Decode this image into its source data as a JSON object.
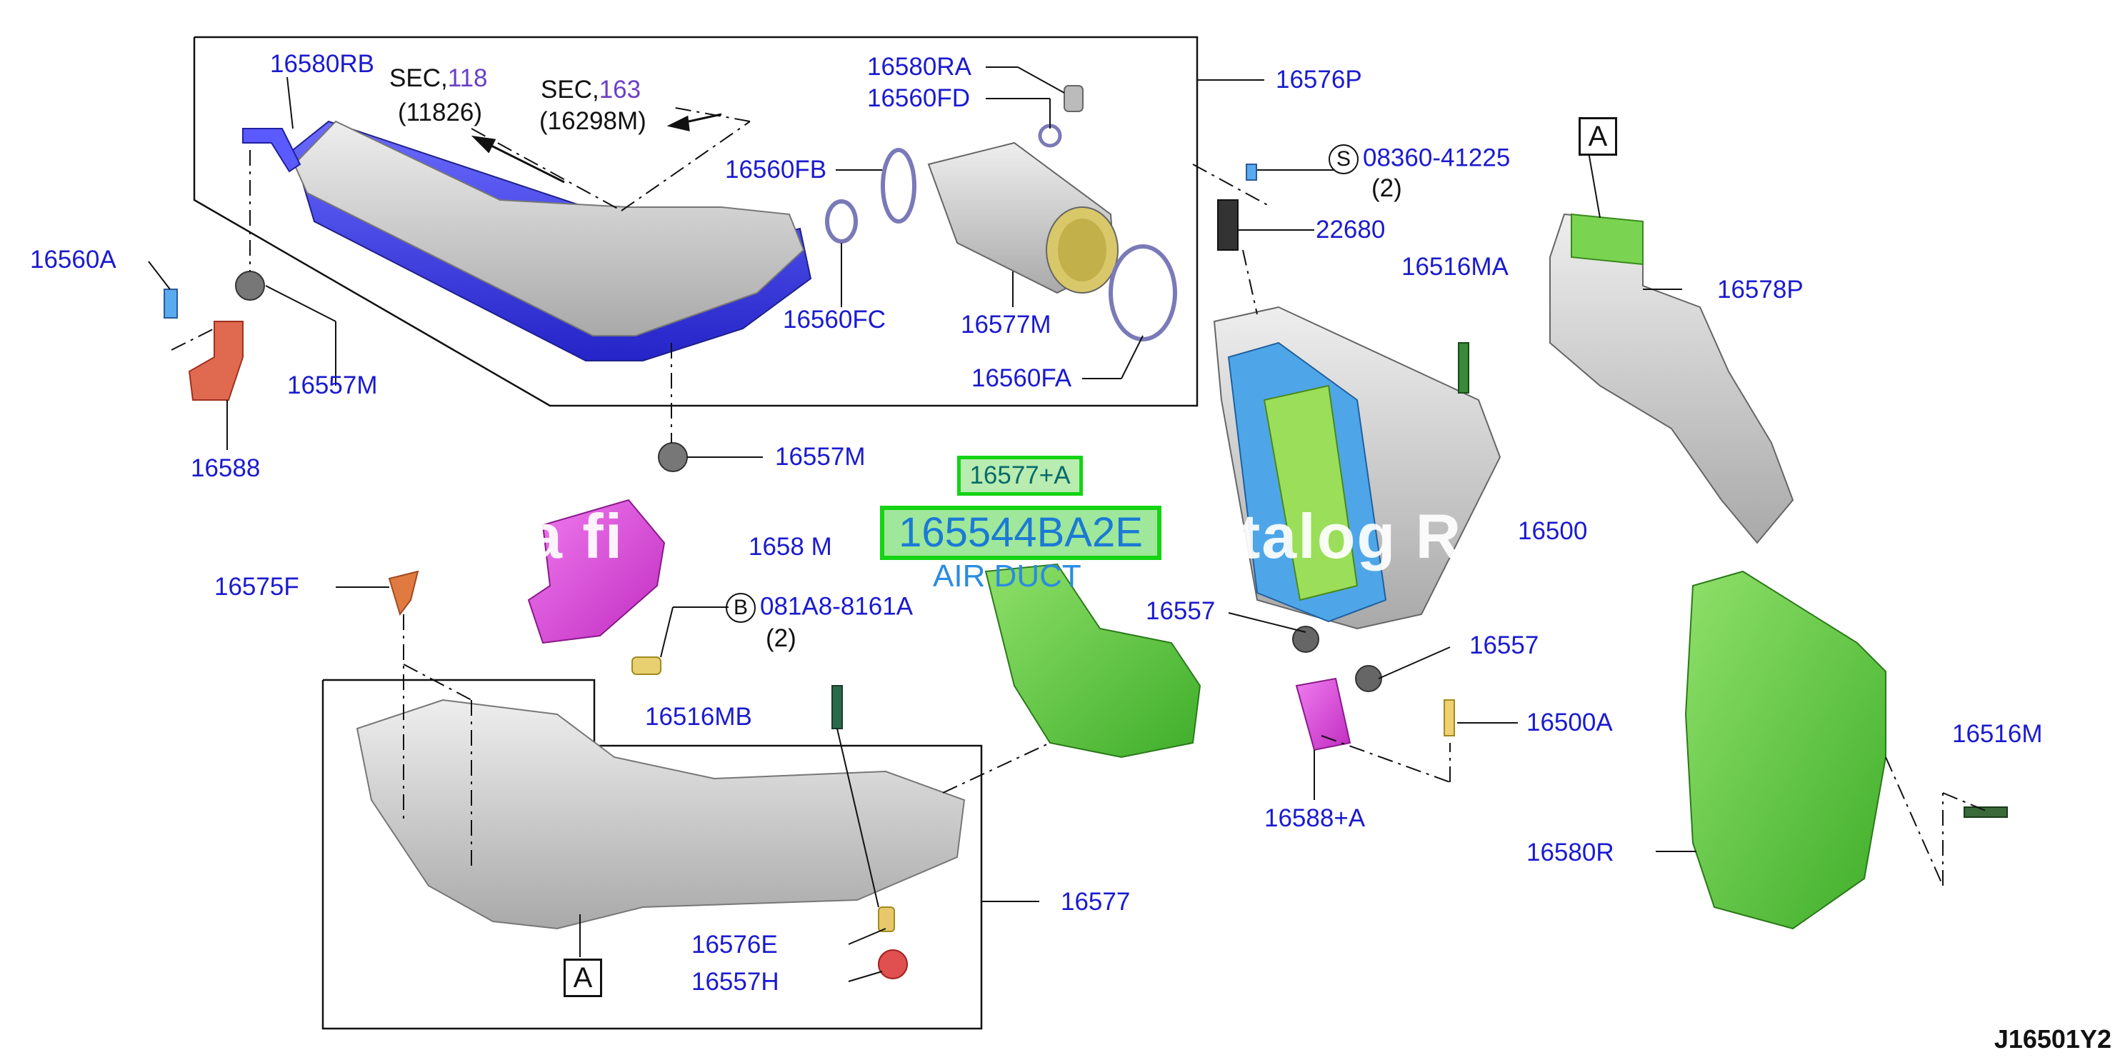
{
  "diagram": {
    "code": "J16501Y2",
    "ref_letter": "A",
    "sections": [
      {
        "prefix": "SEC,",
        "num": "118",
        "sub": "(11826)"
      },
      {
        "prefix": "SEC,",
        "num": "163",
        "sub": "(16298M)"
      }
    ],
    "highlight": {
      "badge": "16577+A",
      "part_number": "165544BA2E",
      "description": "AIR DUCT"
    },
    "watermark": {
      "left": "a fi",
      "right": "talog R"
    },
    "callouts": {
      "l16580RB": "16580RB",
      "l16580RA": "16580RA",
      "l16560FD": "16560FD",
      "l16576P": "16576P",
      "l16560FB": "16560FB",
      "l16560FC": "16560FC",
      "l16577M": "16577M",
      "l16560FA": "16560FA",
      "l16560A": "16560A",
      "l16557M_a": "16557M",
      "l16588": "16588",
      "l16557M_b": "16557M",
      "l1658M": "1658 M",
      "l16575F": "16575F",
      "b_num": "081A8-8161A",
      "b_qty": "(2)",
      "b_letter": "B",
      "s_num": "08360-41225",
      "s_qty": "(2)",
      "s_letter": "S",
      "l22680": "22680",
      "l16516MA": "16516MA",
      "l16578P": "16578P",
      "l16500": "16500",
      "l16557_a": "16557",
      "l16557_b": "16557",
      "l16500A": "16500A",
      "l16588A": "16588+A",
      "l16516MB": "16516MB",
      "l16577": "16577",
      "l16576E": "16576E",
      "l16557H": "16557H",
      "l16516M": "16516M",
      "l16580R": "16580R"
    }
  }
}
